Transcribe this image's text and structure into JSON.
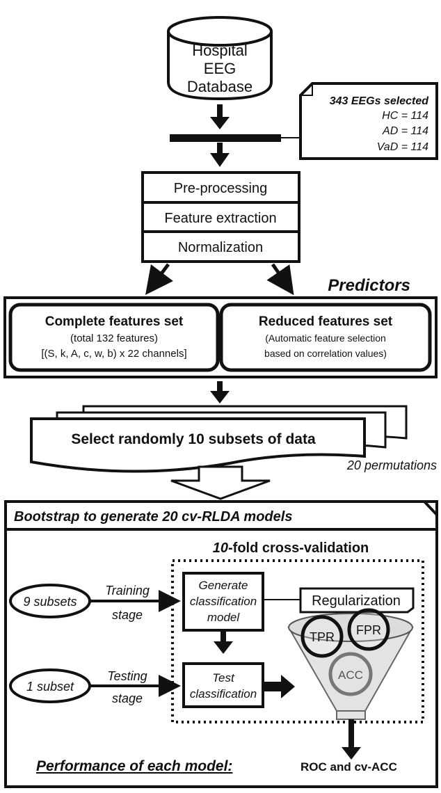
{
  "database": {
    "line1": "Hospital",
    "line2": "EEG",
    "line3": "Database"
  },
  "selection": {
    "title": "343 EEGs selected",
    "hc": "HC = 114",
    "ad": "AD = 114",
    "vad": "VaD = 114"
  },
  "pipeline": {
    "step1": "Pre-processing",
    "step2": "Feature extraction",
    "step3": "Normalization"
  },
  "predictors": {
    "label": "Predictors",
    "complete": {
      "title": "Complete features set",
      "line1": "(total 132 features)",
      "line2": "[(S, k, A, c, w, b) x 22 channels]"
    },
    "reduced": {
      "title": "Reduced features set",
      "line1": "(Automatic feature selection",
      "line2": "based on correlation values)"
    }
  },
  "subsets": {
    "label": "Select randomly 10 subsets  of data",
    "permutations": "20 permutations"
  },
  "bootstrap": {
    "title": "Bootstrap  to generate 20 cv-RLDA models",
    "cv_prefix": "10",
    "cv_suffix": "-fold cross-validation",
    "train_subsets": "9 subsets",
    "train_stage_1": "Training",
    "train_stage_2": "stage",
    "test_subsets": "1 subset",
    "test_stage_1": "Testing",
    "test_stage_2": "stage",
    "generate_1": "Generate",
    "generate_2": "classification",
    "generate_3": "model",
    "regularization": "Regularization",
    "test_1": "Test",
    "test_2": "classification",
    "tpr": "TPR",
    "fpr": "FPR",
    "acc": "ACC",
    "performance": "Performance of each  model:",
    "performance_result": "ROC and cv-ACC"
  }
}
